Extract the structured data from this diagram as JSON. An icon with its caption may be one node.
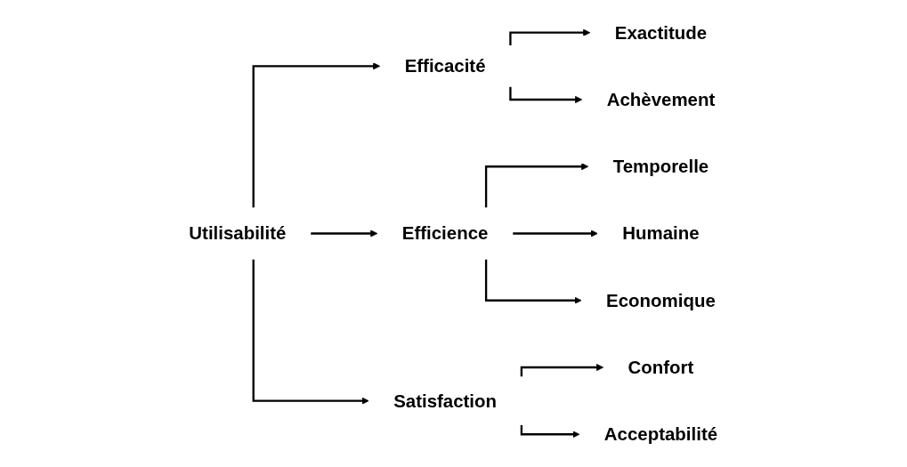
{
  "diagram": {
    "nodes": [
      {
        "text": [
          "Utilisabilité"
        ]
      },
      {
        "text": [
          "Efficacité"
        ]
      },
      {
        "text": [
          "Exactitude"
        ]
      },
      {
        "text": [
          "Achèvement"
        ]
      },
      {
        "text": [
          "Efficience"
        ]
      },
      {
        "text": [
          "Temporelle"
        ]
      },
      {
        "text": [
          "Humaine"
        ]
      },
      {
        "text": [
          "Economique"
        ]
      },
      {
        "text": [
          "Satisfaction"
        ]
      },
      {
        "text": [
          "Confort"
        ]
      },
      {
        "text": [
          "Acceptabilité"
        ]
      }
    ],
    "edges": [
      {
        "from": 0,
        "to": 1,
        "arrow": "to"
      },
      {
        "from": 0,
        "to": 4,
        "arrow": "to"
      },
      {
        "from": 0,
        "to": 8,
        "arrow": "to"
      },
      {
        "from": 1,
        "to": 2,
        "arrow": "to"
      },
      {
        "from": 1,
        "to": 3,
        "arrow": "to"
      },
      {
        "from": 4,
        "to": 5,
        "arrow": "to"
      },
      {
        "from": 4,
        "to": 6,
        "arrow": "to"
      },
      {
        "from": 4,
        "to": 7,
        "arrow": "to"
      },
      {
        "from": 8,
        "to": 9,
        "arrow": "to"
      },
      {
        "from": 8,
        "to": 10,
        "arrow": "to"
      }
    ]
  }
}
